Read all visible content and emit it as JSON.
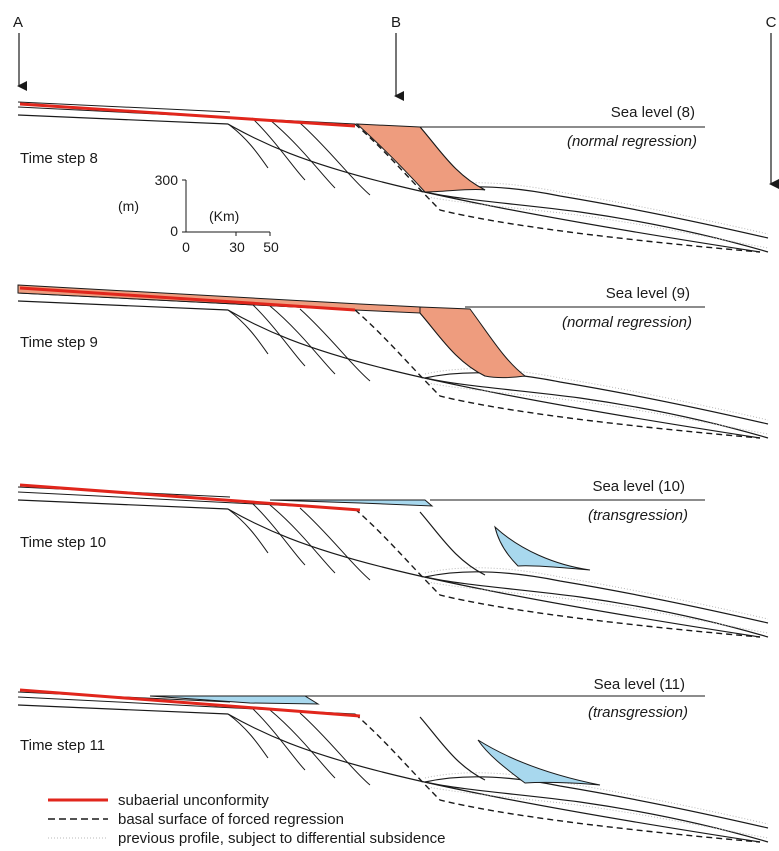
{
  "wells": [
    {
      "label": "A"
    },
    {
      "label": "B"
    },
    {
      "label": "C"
    }
  ],
  "panels": [
    {
      "time_step": "Time step 8",
      "sea_level": "Sea level (8)",
      "stage": "(normal regression)",
      "fill_color": "#ee9c7e"
    },
    {
      "time_step": "Time step 9",
      "sea_level": "Sea level (9)",
      "stage": "(normal regression)",
      "fill_color": "#ee9c7e"
    },
    {
      "time_step": "Time step 10",
      "sea_level": "Sea level (10)",
      "stage": "(transgression)",
      "fill_color": "#a8d8ee"
    },
    {
      "time_step": "Time step 11",
      "sea_level": "Sea level (11)",
      "stage": "(transgression)",
      "fill_color": "#a8d8ee"
    }
  ],
  "scale_bar": {
    "vertical_unit": "(m)",
    "vertical_ticks": [
      "300",
      "0"
    ],
    "horizontal_unit": "(Km)",
    "horizontal_ticks": [
      "0",
      "30",
      "50"
    ]
  },
  "legend": [
    {
      "label": "subaerial unconformity",
      "color": "#e1261c",
      "style": "solid"
    },
    {
      "label": "basal surface of forced regression",
      "color": "#1a1a1a",
      "style": "dashed"
    },
    {
      "label": "previous profile, subject to differential subsidence",
      "color": "#b9b9b9",
      "style": "dotted"
    }
  ]
}
